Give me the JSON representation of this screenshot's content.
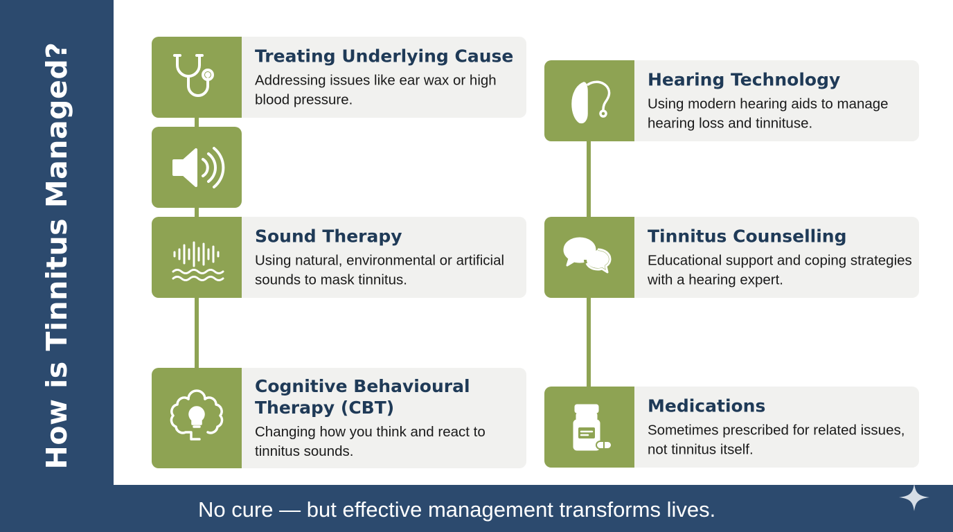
{
  "sidebar": {
    "title": "How is Tinnitus Managed?"
  },
  "left_column": [
    {
      "heading": "Treating Underlying Cause",
      "description": "Addressing issues like ear wax or high blood pressure.",
      "icon": "stethoscope-icon"
    },
    {
      "heading": "",
      "description": "",
      "icon": "speaker-icon"
    },
    {
      "heading": "Sound Therapy",
      "description": "Using natural, environmental or artificial sounds to mask tinnitus.",
      "icon": "sound-wave-icon"
    },
    {
      "heading": "Cognitive Behavioural Therapy (CBT)",
      "description": "Changing how you think and react to tinnitus sounds.",
      "icon": "brain-lightbulb-icon"
    }
  ],
  "right_column": [
    {
      "heading": "Hearing Technology",
      "description": "Using modern hearing aids to manage hearing loss and tinnituse.",
      "icon": "hearing-aid-icon"
    },
    {
      "heading": "Tinnitus Counselling",
      "description": "Educational support and coping strategies with a hearing expert.",
      "icon": "speech-bubbles-icon"
    },
    {
      "heading": "Medications",
      "description": "Sometimes prescribed for related issues, not tinnitus itself.",
      "icon": "pill-bottle-icon"
    }
  ],
  "footer": {
    "tagline": "No cure — but effective management transforms lives."
  },
  "colors": {
    "navy": "#2c4a6e",
    "olive": "#8ea353",
    "card": "#f1f1ef",
    "heading": "#1f3a57"
  }
}
